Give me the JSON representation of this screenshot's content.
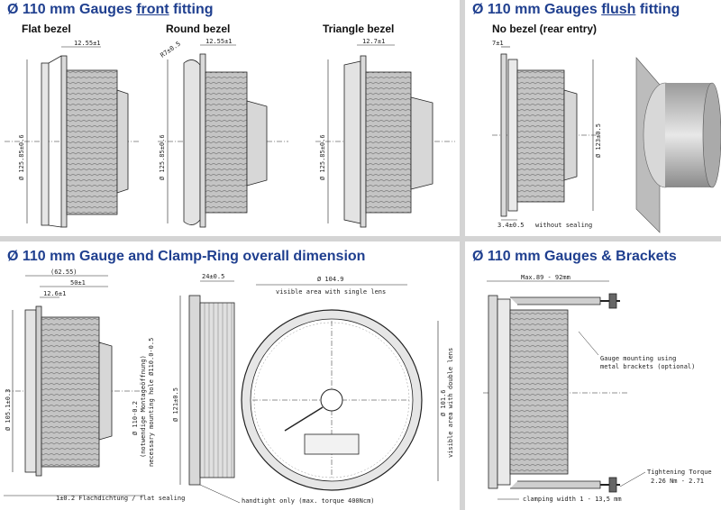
{
  "colors": {
    "title": "#1f3f8f",
    "gauge_body": "#bdbdbd",
    "line": "#222222"
  },
  "panels": {
    "front": {
      "title_prefix": "Ø 110 mm Gauges ",
      "title_emph": "front",
      "title_suffix": " fitting",
      "labels": [
        "Flat bezel",
        "Round bezel",
        "Triangle bezel"
      ],
      "dims": {
        "flat_depth": "12.55±1",
        "flat_dia": "Ø 125.85±0.6",
        "round_radius": "R7±0.5",
        "round_depth": "12.55±1",
        "round_dia": "Ø 125.85±0.6",
        "tri_depth": "12.7±1",
        "tri_dia": "Ø 125.85±0.6"
      }
    },
    "flush": {
      "title_prefix": "Ø 110 mm Gauges ",
      "title_emph": "flush",
      "title_suffix": " fitting",
      "label": "No bezel (rear entry)",
      "dims": {
        "top": "7±1",
        "dia": "Ø 123±0.5",
        "bottom": "3.4±0.5",
        "note": "without sealing"
      }
    },
    "overall": {
      "title": "Ø 110 mm Gauge and Clamp-Ring overall dimension",
      "dims": {
        "overall_len": "(62.55)",
        "body_len": "50±1",
        "bezel_len": "12.6±1",
        "bezel_dia": "Ø 105.1±0.3",
        "mount_hole": "Ø 110-0.2",
        "mount_de": "(notwendige Montageöffnung)",
        "mount_en": "necessary mounting hole Ø110.0-0.5",
        "ring_width": "24±0.5",
        "ring_dia": "Ø 121±0.5",
        "face_dia": "Ø 104.9",
        "face_note": "visible area with single lens",
        "double_dia": "Ø 101.6",
        "double_note": "visible area with double lens",
        "sealing": "1±0.2 Flachdichtung / flat sealing",
        "torque_note": "handtight only (max. torque 400Ncm)"
      }
    },
    "brackets": {
      "title": "Ø 110 mm Gauges & Brackets",
      "dims": {
        "max_width": "Max.89 - 92mm",
        "mount_note_1": "Gauge mounting using",
        "mount_note_2": "metal brackets (optional)",
        "torque_1": "Tightening Torque",
        "torque_2": "2.26 Nm - 2.71",
        "clamping": "clamping width 1 - 13,5 mm"
      }
    }
  }
}
